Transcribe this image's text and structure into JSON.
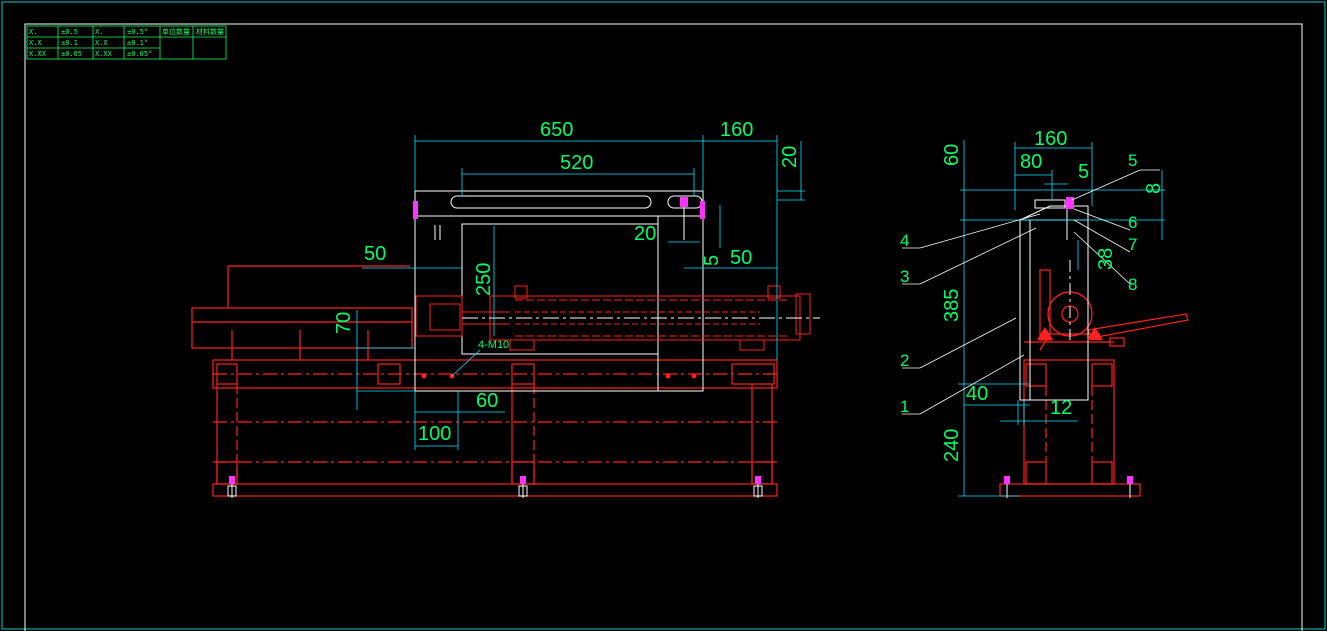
{
  "colors": {
    "background": "#000000",
    "frame": "#00cccc",
    "outline": "#ffffff",
    "red_part": "#ff2020",
    "dimension": "#00ff66",
    "dimension_line": "#00e5ff",
    "bolt": "#ff33ff"
  },
  "tolerance_table": {
    "rows": [
      [
        "X.",
        "±0.5",
        "X.",
        "±0.5°"
      ],
      [
        "X.X",
        "±0.1",
        "X.X",
        "±0.1°"
      ],
      [
        "X.XX",
        "±0.05",
        "X.XX",
        "±0.05°"
      ]
    ],
    "extra_headers": [
      "单位数量",
      "材料数量"
    ]
  },
  "front_view": {
    "dims": {
      "d650": "650",
      "d160": "160",
      "d520": "520",
      "d20a": "20",
      "d20b": "20",
      "d5": "5",
      "d50a": "50",
      "d50b": "50",
      "d250": "250",
      "d70": "70",
      "d60": "60",
      "d100": "100"
    },
    "note_4m10": "4-M10"
  },
  "side_view": {
    "dims": {
      "d160": "160",
      "d80": "80",
      "d5": "5",
      "d8": "8",
      "d60": "60",
      "d385": "385",
      "d38": "38",
      "d40": "40",
      "d12": "12",
      "d240": "240"
    },
    "balloons": [
      "1",
      "2",
      "3",
      "4",
      "5",
      "6",
      "7",
      "8"
    ]
  }
}
